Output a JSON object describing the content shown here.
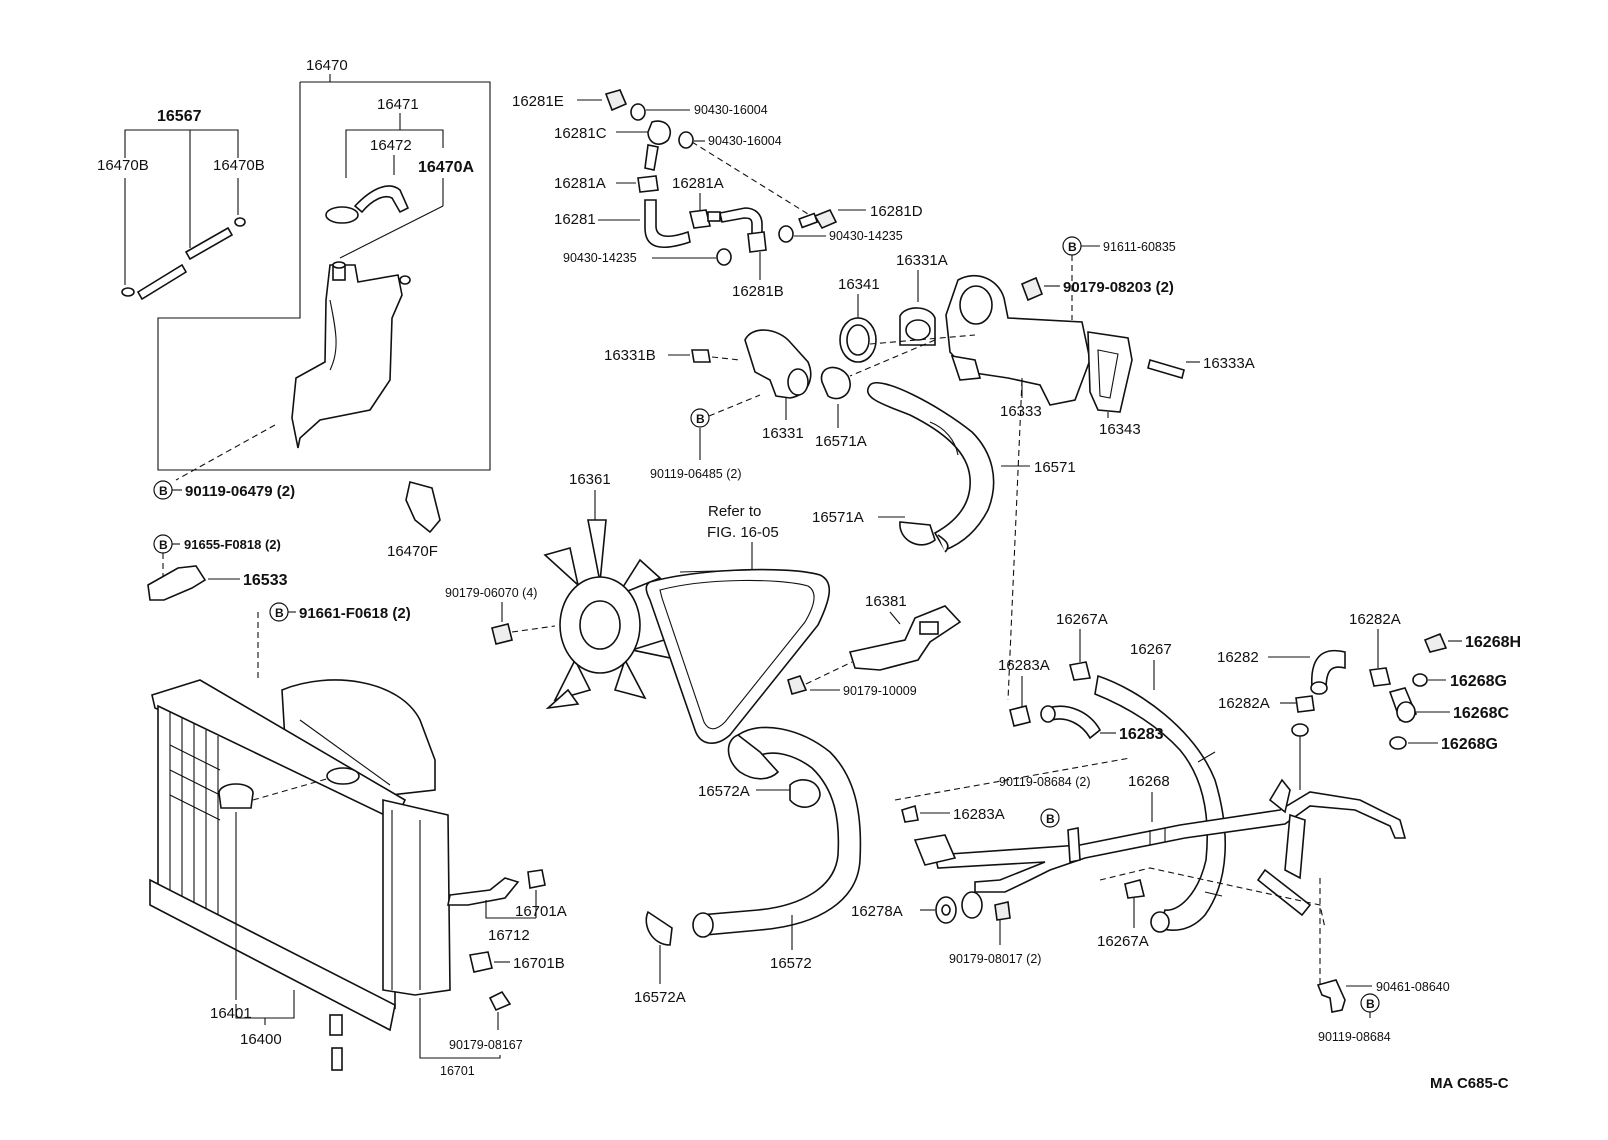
{
  "diagram": {
    "parts": {
      "p16470": "16470",
      "p16567": "16567",
      "p16470B_l": "16470B",
      "p16470B_r": "16470B",
      "p16471": "16471",
      "p16472": "16472",
      "p16470A": "16470A",
      "p90119_06479": "90119-06479 (2)",
      "p16470F": "16470F",
      "p91655": "91655-F0818 (2)",
      "p16533": "16533",
      "p91661": "91661-F0618 (2)",
      "p16281E": "16281E",
      "p90430_16004_a": "90430-16004",
      "p16281C": "16281C",
      "p90430_16004_b": "90430-16004",
      "p16281A_l": "16281A",
      "p16281A_r": "16281A",
      "p16281": "16281",
      "p16281D": "16281D",
      "p90430_14235_r": "90430-14235",
      "p90430_14235_l": "90430-14235",
      "p16281B": "16281B",
      "p91611": "91611-60835",
      "p16331A": "16331A",
      "p90179_08203": "90179-08203 (2)",
      "p16341": "16341",
      "p16331B": "16331B",
      "p16333A": "16333A",
      "p16333": "16333",
      "p16343": "16343",
      "p16331": "16331",
      "p16571A_a": "16571A",
      "p90119_06485": "90119-06485 (2)",
      "p16571": "16571",
      "p16361": "16361",
      "p_refer1": "Refer to",
      "p_refer2": "FIG. 16-05",
      "p16571A_b": "16571A",
      "p90179_06070": "90179-06070 (4)",
      "p16381": "16381",
      "p90179_10009": "90179-10009",
      "p16267A_t": "16267A",
      "p16267": "16267",
      "p16283A_t": "16283A",
      "p16283": "16283",
      "p16282A_t": "16282A",
      "p16282": "16282",
      "p16282A_b": "16282A",
      "p16268H": "16268H",
      "p16268G_t": "16268G",
      "p16268C": "16268C",
      "p16268G_b": "16268G",
      "p16572A_t": "16572A",
      "p90119_08684_m": "90119-08684 (2)",
      "p16268": "16268",
      "p16283A_b": "16283A",
      "p16701A": "16701A",
      "p16712": "16712",
      "p16278A": "16278A",
      "p16267A_b": "16267A",
      "p90179_08017": "90179-08017 (2)",
      "p16572": "16572",
      "p16701B": "16701B",
      "p16572A_b": "16572A",
      "p90461": "90461-08640",
      "p16401": "16401",
      "p16400": "16400",
      "p90179_08167": "90179-08167",
      "p90119_08684_b": "90119-08684",
      "p16701": "16701"
    },
    "bolt_marker": "B",
    "figure_code": "MA C685-C"
  }
}
